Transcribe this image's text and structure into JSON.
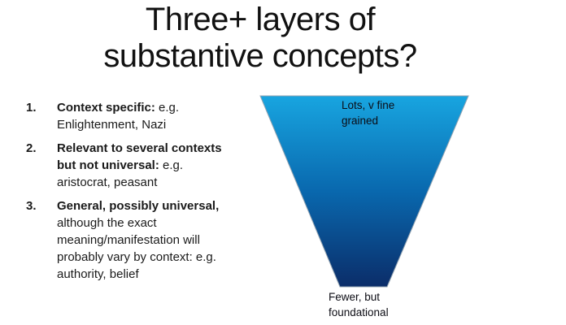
{
  "slide": {
    "background": "#ffffff",
    "title": {
      "line1": "Three+ layers of",
      "line2": "substantive concepts?"
    },
    "list": {
      "items": [
        {
          "number": "1.",
          "bold": "Context specific:",
          "rest": " e.g.\nEnlightenment, Nazi"
        },
        {
          "number": "2.",
          "bold": "Relevant to several contexts\nbut not universal:",
          "rest": " e.g.\naristocrat, peasant"
        },
        {
          "number": "3.",
          "bold": "General, possibly universal,",
          "rest": "\nalthough the exact\nmeaning/manifestation will\nprobably vary by context: e.g.\nauthority, belief"
        }
      ]
    },
    "funnel": {
      "top_label": "Lots, v fine\ngrained",
      "bottom_label": "Fewer, but\nfoundational",
      "gradient_top": "#18A5E0",
      "gradient_mid": "#0968AE",
      "gradient_bottom": "#0B2D69",
      "border_color": "#93A3B1"
    }
  }
}
